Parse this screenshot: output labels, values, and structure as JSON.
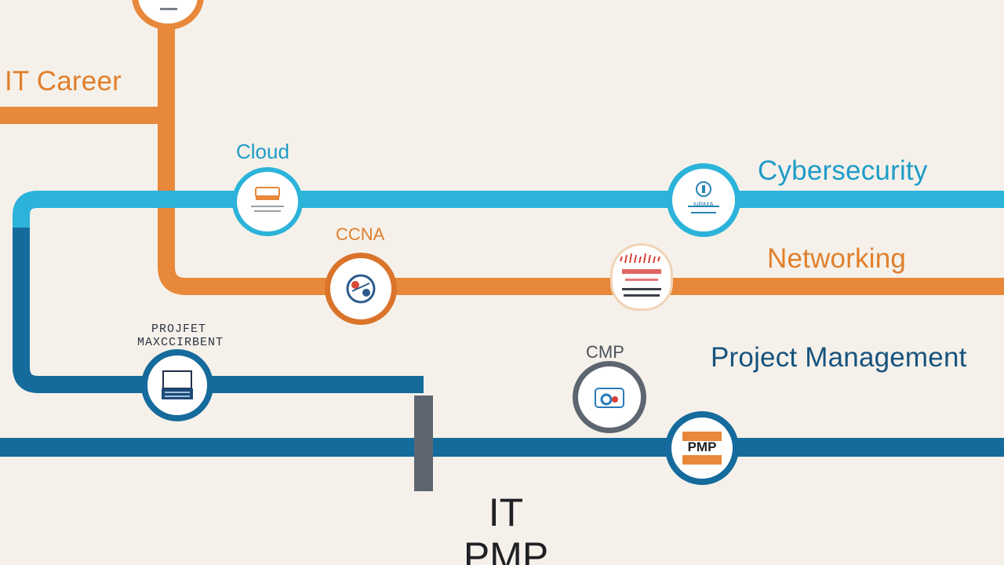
{
  "lines": {
    "it_career": "IT Career",
    "cybersecurity": "Cybersecurity",
    "networking": "Networking",
    "project_management": "Project Management"
  },
  "stops": {
    "cloud": "Cloud",
    "ccna": "CCNA",
    "cmp": "CMP",
    "project_mgmt_small_1": "PROJFET",
    "project_mgmt_small_2": "MAXCCIRBENT",
    "cyber_badge": "NBMA",
    "pmp_badge": "PMP"
  },
  "center": {
    "line1": "IT",
    "line2": "PMP"
  },
  "colors": {
    "background": "#f5f1ea",
    "orange": "#e8883a",
    "cyan": "#2cb3d9",
    "blue": "#156b9c",
    "gray": "#5d6670",
    "label_cyan": "#1e9cc8",
    "label_blue": "#16537e",
    "label_orange": "#e07f2c"
  }
}
